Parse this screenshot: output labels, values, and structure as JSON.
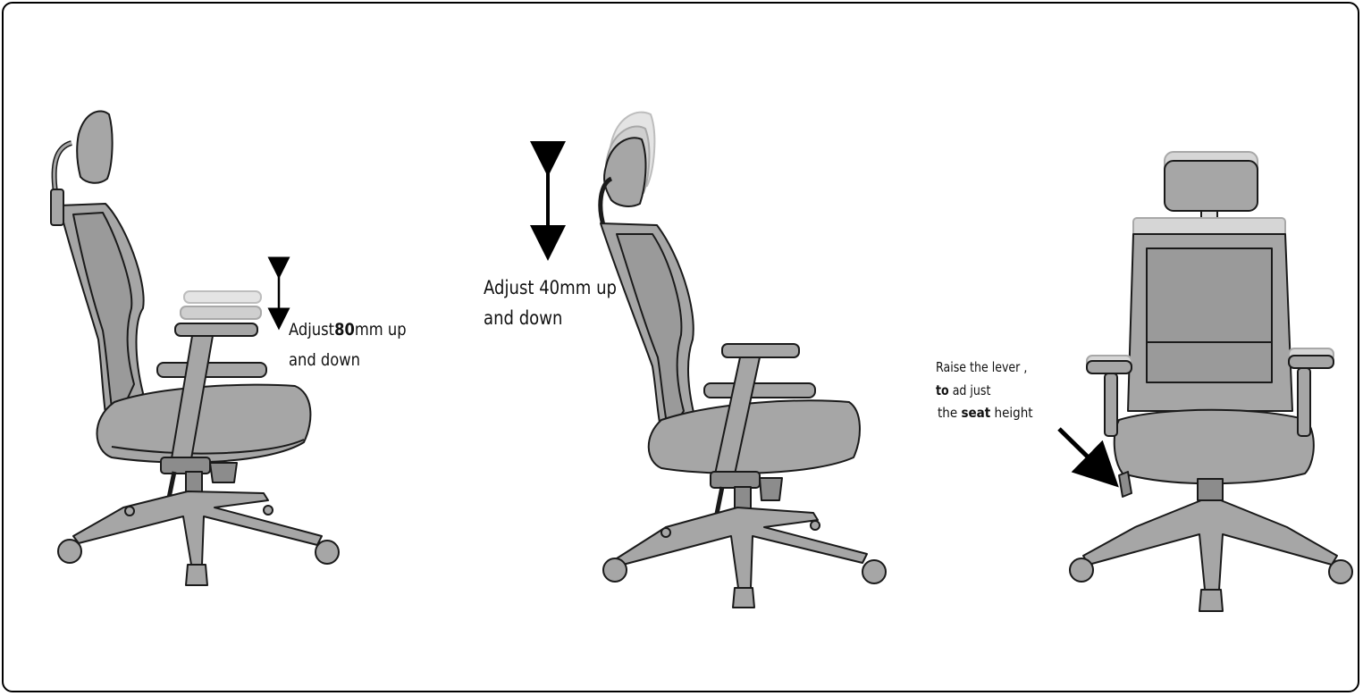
{
  "panels": {
    "armrest": {
      "caption_line1": "Adjust",
      "caption_bold": "80",
      "caption_line1_rest": "mm up",
      "caption_line2": "and down"
    },
    "headrest": {
      "caption_line1": "Adjust 40mm up",
      "caption_line2": "and down"
    },
    "seat": {
      "caption_line1": "Raise the lever ,",
      "caption_line2_bold": "to",
      "caption_line2_rest": " ad just",
      "caption_line3_a": "the ",
      "caption_line3_bold": "seat",
      "caption_line3_c": " height"
    }
  },
  "colors": {
    "chair_fill": "#a6a6a6",
    "chair_dark": "#8c8c8c",
    "outline": "#1a1a1a",
    "ghost": "#d6d6d6",
    "arrow": "#000000"
  }
}
